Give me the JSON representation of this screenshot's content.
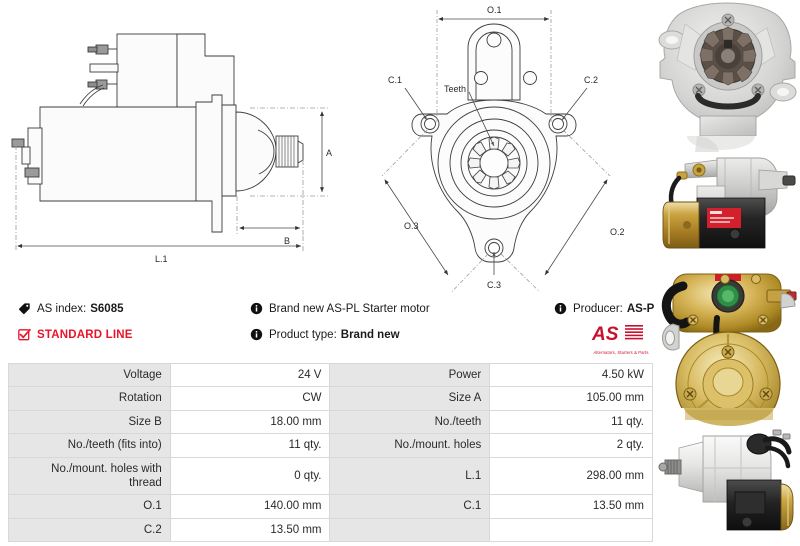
{
  "product": {
    "as_index_label": "AS index:",
    "as_index_value": "S6085",
    "line_badge": "STANDARD LINE",
    "description": "Brand new AS-PL Starter motor",
    "product_type_label": "Product type:",
    "product_type_value": "Brand new",
    "producer_label": "Producer:",
    "producer_value": "AS-PL",
    "brand_logo_text": "AS",
    "brand_logo_tagline": "Alternators, Starters & Parts",
    "accent_red": "#e8152a",
    "logo_red": "#c8102e"
  },
  "icons": {
    "tag": "tag-icon",
    "checkbox": "checkbox-checked-icon",
    "info": "info-circle-icon"
  },
  "drawings": {
    "side_view": {
      "name": "starter-motor-side-view",
      "dimension_labels": [
        "A",
        "B",
        "L.1"
      ]
    },
    "front_view": {
      "name": "starter-motor-mounting-flange-view",
      "dimension_labels": [
        "O.1",
        "C.1",
        "C.2",
        "C.3",
        "O.2",
        "O.3",
        "Teeth"
      ]
    }
  },
  "photos": [
    {
      "name": "product-photo-drive-end-front",
      "alt": "Starter motor drive end front view"
    },
    {
      "name": "product-photo-side-gold-body",
      "alt": "Starter motor side view gold body"
    },
    {
      "name": "product-photo-solenoid-gold-end",
      "alt": "Starter motor gold solenoid end view"
    },
    {
      "name": "product-photo-side-white-body",
      "alt": "Starter motor side view white body"
    }
  ],
  "spec_table": {
    "rows": [
      {
        "k1": "Voltage",
        "v1": "24 V",
        "k2": "Power",
        "v2": "4.50 kW"
      },
      {
        "k1": "Rotation",
        "v1": "CW",
        "k2": "Size A",
        "v2": "105.00 mm"
      },
      {
        "k1": "Size B",
        "v1": "18.00 mm",
        "k2": "No./teeth",
        "v2": "11 qty."
      },
      {
        "k1": "No./teeth (fits into)",
        "v1": "11 qty.",
        "k2": "No./mount. holes",
        "v2": "2 qty."
      },
      {
        "k1": "No./mount. holes with thread",
        "v1": "0 qty.",
        "k2": "L.1",
        "v2": "298.00 mm"
      },
      {
        "k1": "O.1",
        "v1": "140.00 mm",
        "k2": "C.1",
        "v2": "13.50 mm"
      },
      {
        "k1": "C.2",
        "v1": "13.50 mm",
        "k2": "",
        "v2": ""
      }
    ]
  }
}
